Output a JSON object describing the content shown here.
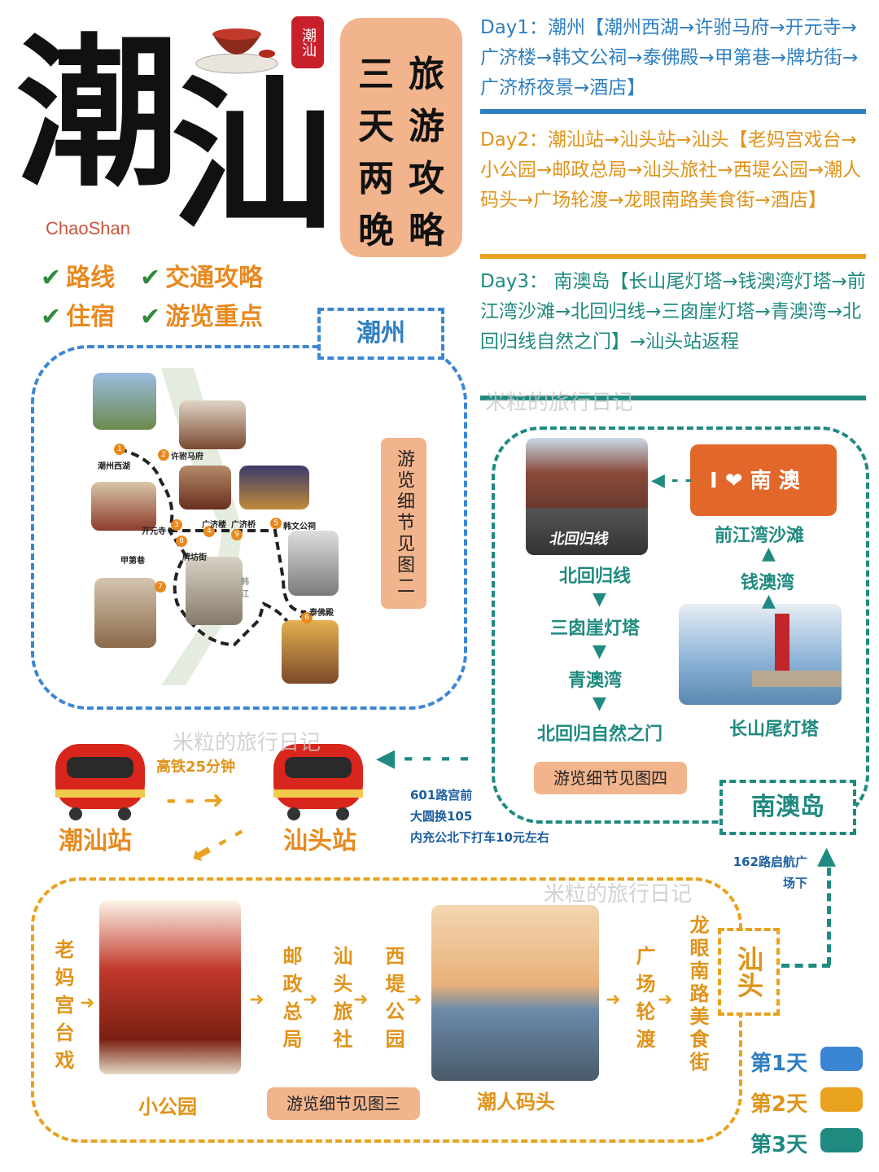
{
  "title": {
    "chars": [
      "潮",
      "汕"
    ],
    "en": "ChaoShan",
    "seal": "潮汕"
  },
  "tag": {
    "col1": [
      "三",
      "天",
      "两",
      "晚"
    ],
    "col2": [
      "旅",
      "游",
      "攻",
      "略"
    ]
  },
  "checklist": [
    "路线",
    "交通攻略",
    "住宿",
    "游览重点"
  ],
  "days": {
    "day1": "Day1：潮州【潮州西湖→许驸马府→开元寺→广济楼→韩文公祠→泰佛殿→甲第巷→牌坊街→广济桥夜景→酒店】",
    "day2": "Day2：潮汕站→汕头站→汕头【老妈宫戏台→小公园→邮政总局→汕头旅社→西堤公园→潮人码头→广场轮渡→龙眼南路美食街→酒店】",
    "day3": "Day3： 南澳岛【长山尾灯塔→钱澳湾灯塔→前江湾沙滩→北回归线→三囱崖灯塔→青澳湾→北回归线自然之门】→汕头站返程"
  },
  "chaozhou": {
    "label": "潮州",
    "note": "游览细节见图二",
    "map_labels": [
      "潮州西湖",
      "许驸马府",
      "开元寺",
      "广济楼",
      "广济桥",
      "韩文公祠",
      "甲第巷",
      "牌坊街",
      "泰佛殿",
      "韩江"
    ],
    "map_numbers": [
      "1",
      "2",
      "3",
      "4",
      "5",
      "6",
      "7",
      "8",
      "9"
    ]
  },
  "nanao": {
    "label": "南澳岛",
    "note": "游览细节见图四",
    "stops": {
      "beihuiguixian": "北回归线",
      "sancong": "三囱崖灯塔",
      "qingao": "青澳湾",
      "ziranzhimen": "北回归自然之门",
      "qianjiangwan": "前江湾沙滩",
      "qianaowan": "钱澳湾",
      "changshanwei": "长山尾灯塔"
    },
    "sign_text": "I ❤ 南 澳",
    "road_text": "北回归线"
  },
  "transport": {
    "train_time": "高铁25分钟",
    "station1": "潮汕站",
    "station2": "汕头站",
    "bus_note": [
      "601路宫前",
      "大圆换105",
      "内充公北下打车10元左右"
    ],
    "bus162": [
      "162路启航广",
      "场下"
    ]
  },
  "shantou": {
    "label": "汕头",
    "note": "游览细节见图三",
    "stops": {
      "laomagong": "老妈宫台戏",
      "xiaogongyuan": "小公园",
      "youzheng": "邮政总局",
      "lvshe": "汕头旅社",
      "xidi": "西堤公园",
      "matou": "潮人码头",
      "lundu": "广场轮渡",
      "longyan": "龙眼南路美食街"
    }
  },
  "legend": [
    {
      "label": "第1天",
      "color": "#3b86d4"
    },
    {
      "label": "第2天",
      "color": "#e8a21e"
    },
    {
      "label": "第3天",
      "color": "#1f8a80"
    }
  ],
  "watermark": "米粒的旅行日记",
  "colors": {
    "day1": "#2f7fc1",
    "day2": "#e0931a",
    "day3": "#1f8a80",
    "accent": "#f2b48c"
  }
}
